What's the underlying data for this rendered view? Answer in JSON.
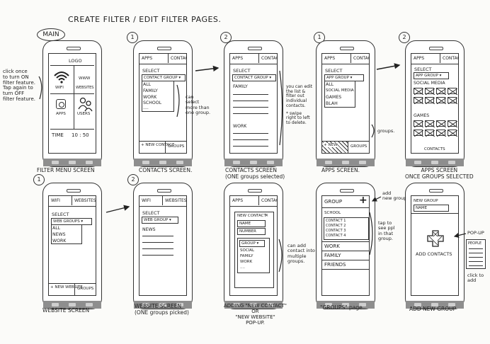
{
  "title": "CREATE FILTER / EDIT FILTER PAGES.",
  "left_notes": {
    "note1": [
      "click once",
      "to turn ON",
      "filter feature.",
      "Tap again to",
      "turn OFF",
      "filter feature."
    ]
  },
  "row1": {
    "main": {
      "badge": "MAIN",
      "logo": "LOGO",
      "wifi": "WIFI",
      "websites": "WEBSITES",
      "apps": "APPS",
      "users": "USERS",
      "time_label": "TIME",
      "time_value": "10 : 50",
      "caption": "FILTER MENU SCREEN"
    },
    "contacts": {
      "num": "1",
      "tab1": "APPS",
      "tab2": "CONTACTS",
      "select": "SELECT",
      "dropdown": "CONTACT GROUP",
      "items": [
        "ALL",
        "FAMILY",
        "WORK",
        "SCHOOL",
        "...."
      ],
      "foot_new": "+ NEW CONTACT",
      "foot_groups": "GROUPS",
      "caption": "CONTACTS SCREEN.",
      "side_note": [
        "can",
        "select",
        "more than",
        "one group."
      ]
    },
    "contacts2": {
      "num": "2",
      "tab1": "APPS",
      "tab2": "CONTACTS",
      "select": "SELECT",
      "dropdown": "CONTACT GROUP",
      "family": "FAMILY",
      "work": "WORK",
      "caption": [
        "CONTACTS SCREEN",
        "(ONE groups selected)"
      ],
      "side_note": [
        "you can edit",
        "the list &",
        "filter out",
        "individual",
        "contacts.",
        "* swipe",
        "right to left",
        "to delete."
      ]
    },
    "apps": {
      "num": "1",
      "tab1": "APPS",
      "tab2": "CONTACTS",
      "select": "SELECT",
      "dropdown": "APP GROUP",
      "items": [
        "ALL",
        "SOCIAL MEDIA",
        "GAMES",
        "BLAH"
      ],
      "foot_new": "+ NEW",
      "foot_groups": "GROUPS",
      "caption": "APPS SCREEN.",
      "side_note": "groups."
    },
    "apps2": {
      "num": "2",
      "tab1": "APPS",
      "tab2": "CONTACTS",
      "select": "SELECT",
      "dropdown": "APP GROUP",
      "social": "SOCIAL MEDIA",
      "games": "GAMES",
      "foot": "CONTACTS",
      "caption": [
        "APPS SCREEN",
        "ONCE GROUPS SELECTED"
      ]
    }
  },
  "row2": {
    "website": {
      "num": "1",
      "tab1": "WIFI",
      "tab2": "WEBSITES",
      "select": "SELECT",
      "dropdown": "WEB GROUPS",
      "items": [
        "ALL",
        "NEWS",
        "WORK"
      ],
      "foot_new": "+ NEW WEBSITE",
      "foot_groups": "GROUPS",
      "caption": "WEBSITE SCREEN"
    },
    "website2": {
      "num": "2",
      "tab1": "WIFI",
      "tab2": "WEBSITES",
      "select": "SELECT",
      "dropdown": "WEB GROUP",
      "news": "NEWS",
      "caption": [
        "WEBSITE SCREEN",
        "(ONE groups picked)"
      ]
    },
    "popup": {
      "tab1": "APPS",
      "tab2": "CONTACTS",
      "title": "NEW CONTACT",
      "f1": "NAME",
      "f2": "NUMBER",
      "group": "GROUP",
      "items": [
        "SOCIAL",
        "FAMILY",
        "WORK",
        "...."
      ],
      "caption": [
        "ADDING \"NEW CONTACT\"",
        "OR",
        "\"NEW WEBSITE\"",
        "POP-UP."
      ],
      "side_note": [
        "can add",
        "contact into",
        "multiple",
        "groups."
      ]
    },
    "groups": {
      "title": "GROUP",
      "plus": "+",
      "school": "SCHOOL",
      "contacts": [
        "CONTACT 1",
        "CONTACT 2",
        "CONTACT 3",
        "CONTACT 4"
      ],
      "work": "WORK",
      "family": "FAMILY",
      "friends": "FRIENDS",
      "caption": "\"GROUPS\" page",
      "note_add": [
        "add",
        "new group"
      ],
      "note_tap": [
        "tap to",
        "see ppl",
        "in that",
        "group."
      ]
    },
    "newgroup": {
      "title": "NEW GROUP",
      "field": "NAME",
      "add": "ADD CONTACTS",
      "caption": "ADD NEW GROUP",
      "note_popup": "POP-UP",
      "note_popup_title": "PEOPLE",
      "note_click": [
        "click to",
        "add"
      ]
    }
  }
}
